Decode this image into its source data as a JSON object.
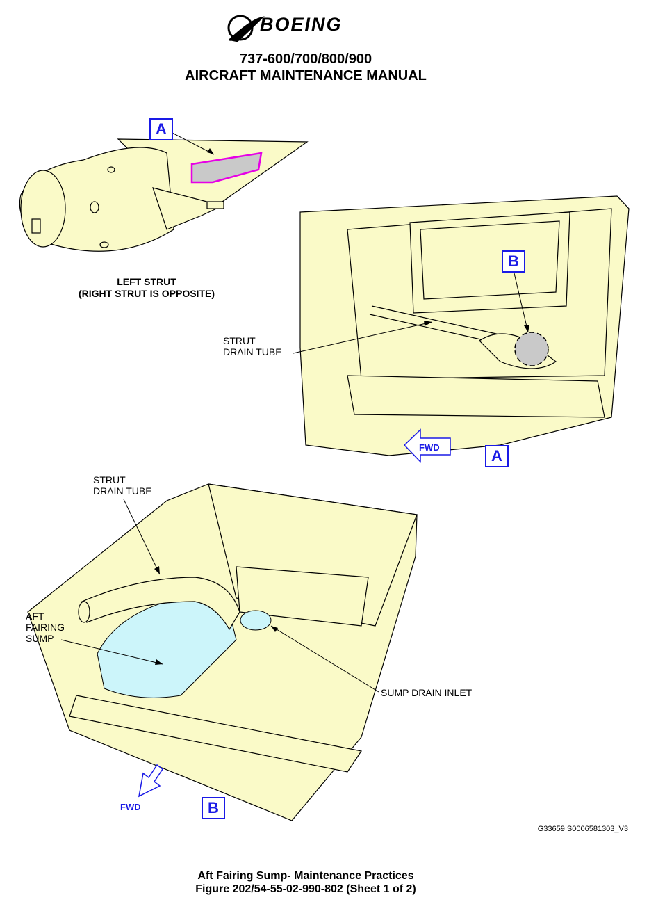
{
  "header": {
    "brand": "BOEING",
    "models": "737-600/700/800/900",
    "manual_title": "AIRCRAFT MAINTENANCE MANUAL"
  },
  "view_a_locator": {
    "callout": "A",
    "caption": "LEFT STRUT\n(RIGHT STRUT IS OPPOSITE)"
  },
  "view_a": {
    "callout_b": "B",
    "strut_drain_tube_label": "STRUT\nDRAIN TUBE",
    "fwd_label": "FWD",
    "view_callout": "A"
  },
  "view_b": {
    "strut_drain_tube_label": "STRUT\nDRAIN TUBE",
    "aft_fairing_sump_label": "AFT\nFAIRING\nSUMP",
    "sump_drain_inlet_label": "SUMP DRAIN INLET",
    "fwd_label": "FWD",
    "view_callout": "B"
  },
  "figure_id": "G33659 S0006581303_V3",
  "footer": {
    "title": "Aft Fairing Sump- Maintenance Practices",
    "figure": "Figure 202/54-55-02-990-802  (Sheet 1 of 2)"
  },
  "colors": {
    "fill": "#fafac8",
    "callout_blue": "#1a1ae6",
    "highlight_magenta": "#e600e6",
    "sump_cyan": "#ccf5fa",
    "line": "#000000"
  }
}
